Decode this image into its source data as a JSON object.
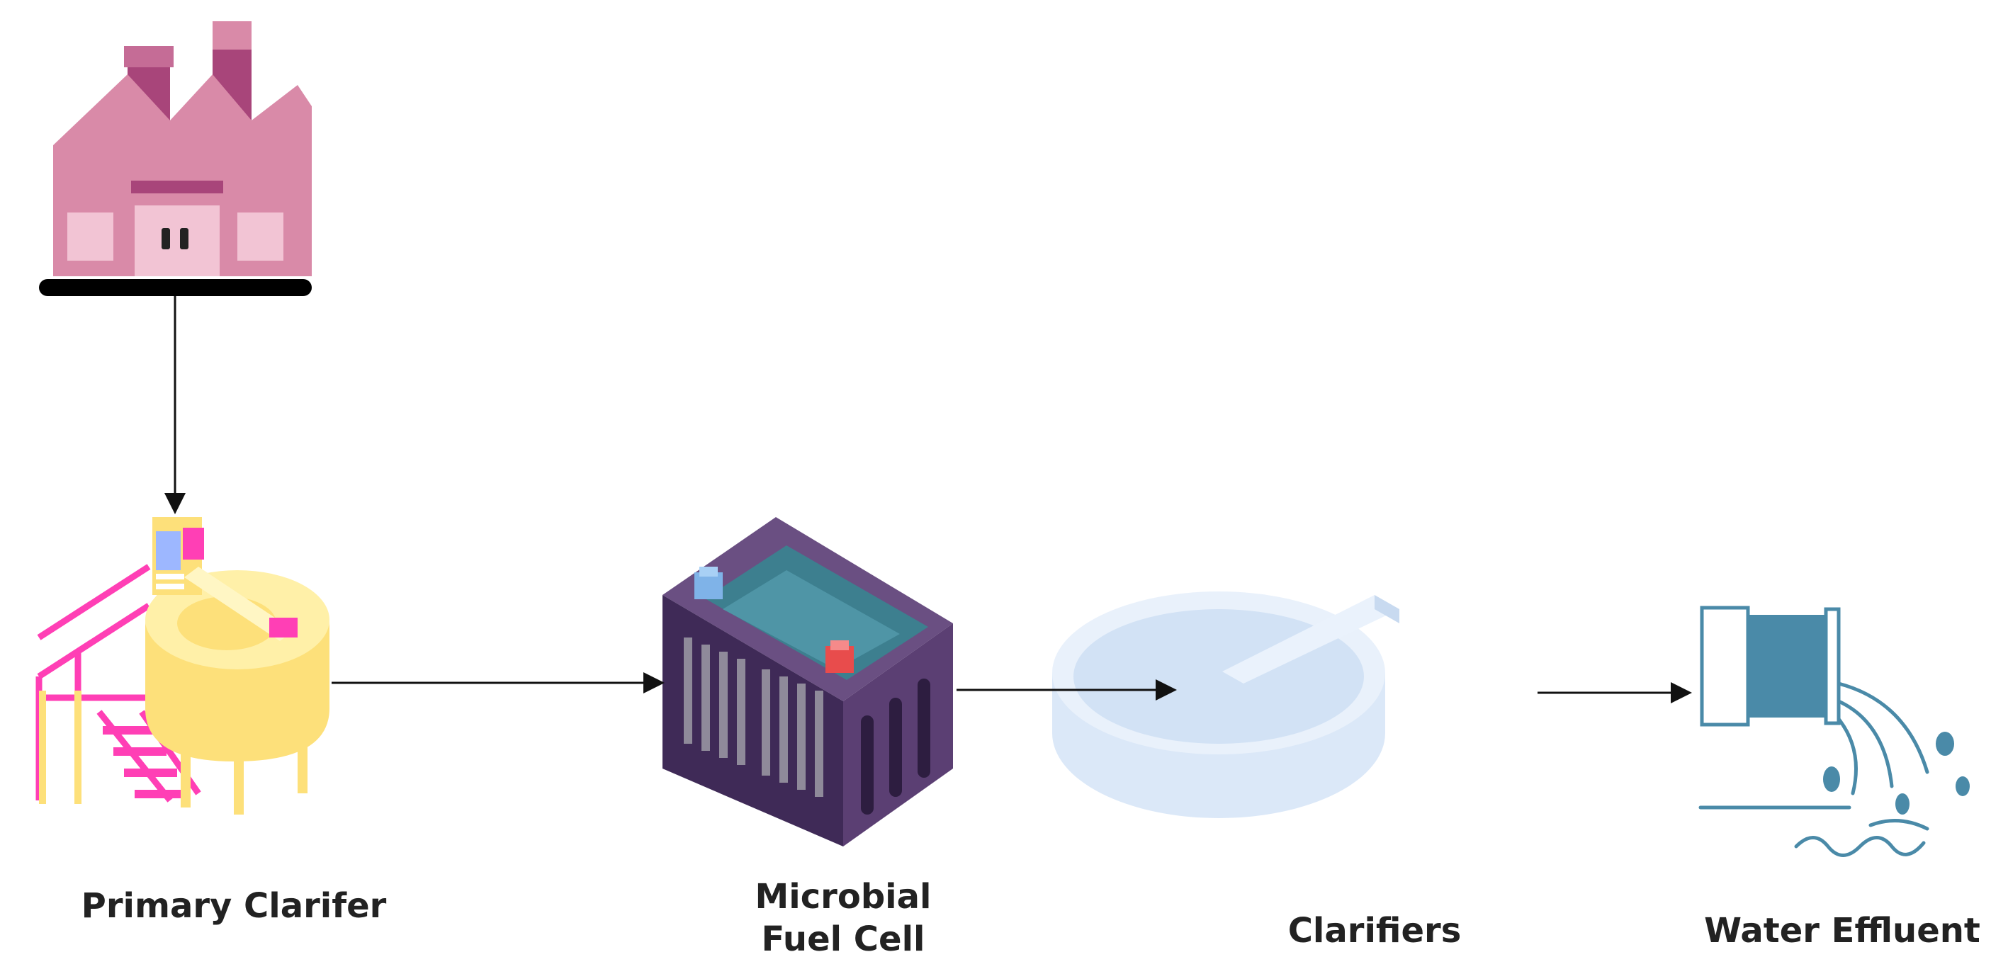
{
  "labels": {
    "primary_clarifier": "Primary Clarifer",
    "microbial_fuel_cell_line1": "Microbial",
    "microbial_fuel_cell_line2": "Fuel Cell",
    "clarifiers": "Clarifiers",
    "water_effluent": "Water Effluent"
  },
  "icons": {
    "source": "factory-icon",
    "stage1": "primary-clarifier-tank-icon",
    "stage2": "battery-icon",
    "stage3": "clarifier-basin-icon",
    "stage4": "outfall-pipe-icon"
  },
  "colors": {
    "factory": "#d98aa8",
    "factory_dark": "#a8457a",
    "clarifier_yellow": "#fde07a",
    "clarifier_pink": "#ff3fb5",
    "battery_purple": "#5b3f73",
    "battery_teal": "#3d7f8f",
    "basin_blue": "#dbe8f8",
    "pipe_blue": "#4a8aa8",
    "arrow": "#111111"
  }
}
